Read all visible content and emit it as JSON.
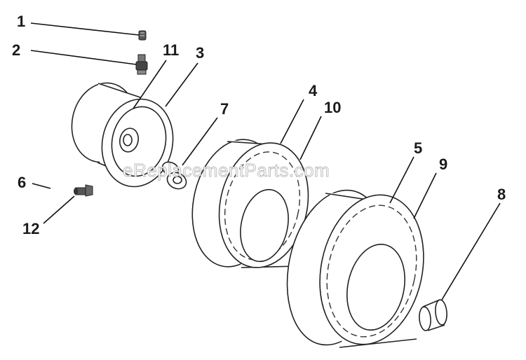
{
  "callouts": [
    "1",
    "2",
    "11",
    "3",
    "4",
    "10",
    "7",
    "6",
    "12",
    "5",
    "9",
    "8"
  ],
  "watermark": "eReplacementParts.com"
}
